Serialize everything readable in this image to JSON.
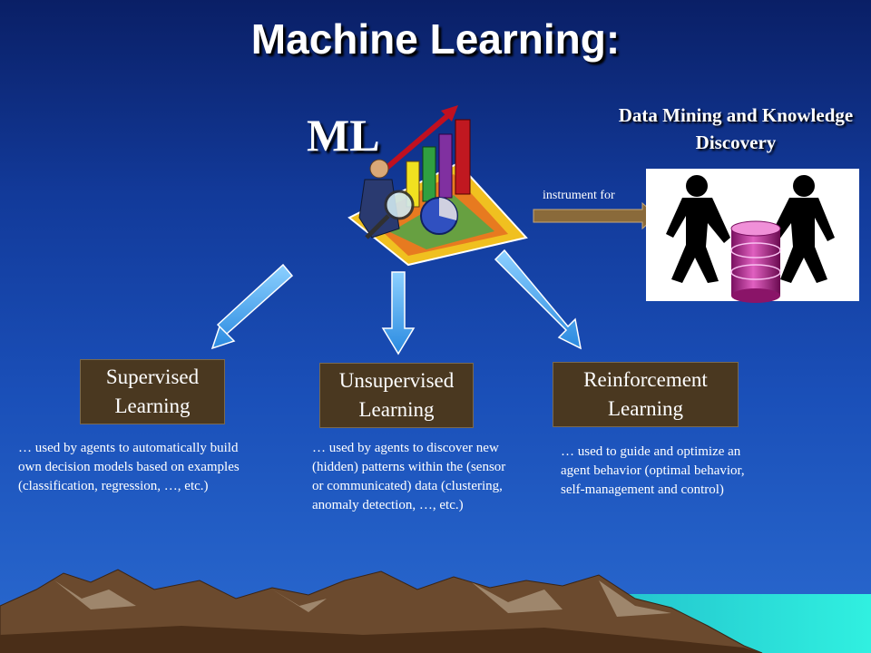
{
  "slide": {
    "title": "Machine Learning:",
    "ml_label": "ML",
    "data_mining_title": "Data Mining and Knowledge Discovery",
    "instrument_label": "instrument for"
  },
  "branches": [
    {
      "label": "Supervised Learning",
      "description": "… used by agents to automatically build own decision models based on examples (classification, regression, …, etc.)"
    },
    {
      "label": "Unsupervised Learning",
      "description": "… used by agents to discover new (hidden) patterns within the (sensor or communicated) data (clustering, anomaly detection, …, etc.)"
    },
    {
      "label": "Reinforcement Learning",
      "description": "… used to guide and optimize an agent behavior (optimal behavior, self-management and control)"
    }
  ],
  "colors": {
    "background_top": "#0a1f66",
    "background_bottom": "#2a6ad0",
    "box_fill": "#4a3820",
    "arrow_fill": "#4aa8f0",
    "mountain": "#6b4a2e",
    "sea": "#20d0d0"
  },
  "icons": [
    "chart-analyst-icon",
    "people-carrying-database-icon"
  ]
}
